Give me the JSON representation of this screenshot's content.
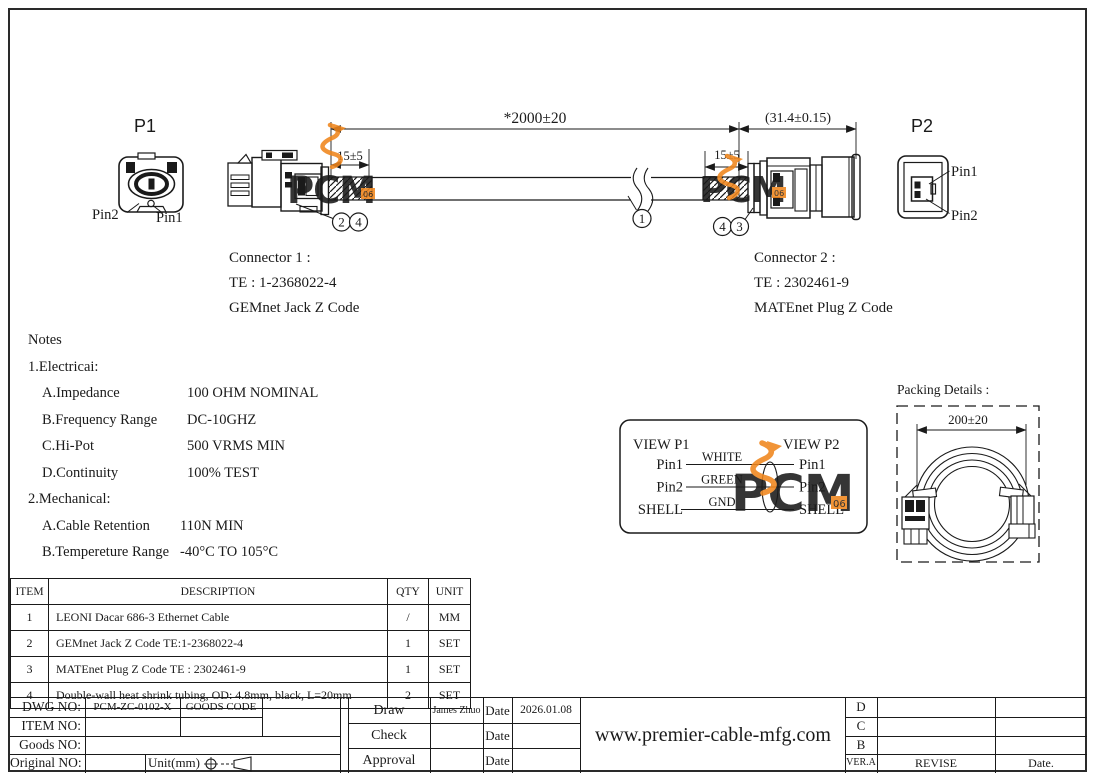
{
  "watermark": {
    "text": "PCM",
    "badge": "06",
    "color": "#F0861C"
  },
  "drawing": {
    "p1_label": "P1",
    "p2_label": "P2",
    "p1_pin1": "Pin1",
    "p1_pin2": "Pin2",
    "p2_pin1": "Pin1",
    "p2_pin2": "Pin2",
    "dims": {
      "cable_length": "*2000±20",
      "connector2_length": "(31.4±0.15)",
      "shrink_left": "15±5",
      "shrink_right": "15±5"
    },
    "callouts": {
      "cable": "1",
      "left_first": "2",
      "left_second": "4",
      "right_first": "4",
      "right_second": "3"
    },
    "connector1": {
      "title": "Connector 1 :",
      "part": "TE : 1-2368022-4",
      "desc": "GEMnet Jack Z Code"
    },
    "connector2": {
      "title": "Connector 2 :",
      "part": "TE : 2302461-9",
      "desc": "MATEnet Plug Z Code"
    }
  },
  "notes": {
    "title": "Notes",
    "electrical_title": "1.Electricai:",
    "electrical": [
      {
        "label": "A.Impedance",
        "value": "100 OHM NOMINAL"
      },
      {
        "label": "B.Frequency Range",
        "value": "DC-10GHZ"
      },
      {
        "label": "C.Hi-Pot",
        "value": "500 VRMS MIN"
      },
      {
        "label": "D.Continuity",
        "value": "100% TEST"
      }
    ],
    "mechanical_title": "2.Mechanical:",
    "mechanical": [
      {
        "label": "A.Cable Retention",
        "value": "110N MIN"
      },
      {
        "label": "B.Tempereture Range",
        "value": "-40°C TO 105°C"
      }
    ]
  },
  "wiring": {
    "left_title": "VIEW P1",
    "right_title": "VIEW P2",
    "rows": [
      {
        "left": "Pin1",
        "wire": "WHITE",
        "right": "Pin1"
      },
      {
        "left": "Pin2",
        "wire": "GREEN",
        "right": "Pin2"
      },
      {
        "left": "SHELL",
        "wire": "GND",
        "right": "SHELL"
      }
    ]
  },
  "packing": {
    "title": "Packing Details :",
    "dim": "200±20"
  },
  "bom": {
    "headers": {
      "item": "ITEM",
      "description": "DESCRIPTION",
      "qty": "QTY",
      "unit": "UNIT"
    },
    "rows": [
      {
        "item": "1",
        "description": "LEONI Dacar 686-3 Ethernet Cable",
        "qty": "/",
        "unit": "MM"
      },
      {
        "item": "2",
        "description": "GEMnet Jack Z Code TE:1-2368022-4",
        "qty": "1",
        "unit": "SET"
      },
      {
        "item": "3",
        "description": "MATEnet Plug Z Code TE : 2302461-9",
        "qty": "1",
        "unit": "SET"
      },
      {
        "item": "4",
        "description": "Double-wall heat shrink tubing, OD: 4.8mm, black, L=20mm",
        "qty": "2",
        "unit": "SET"
      }
    ]
  },
  "titleblock": {
    "dwg_no_label": "DWG NO:",
    "dwg_no": "PCM-ZC-0102-X",
    "goods_code_label": "GOODS CODE",
    "item_no_label": "ITEM NO:",
    "goods_no_label": "Goods NO:",
    "original_no_label": "Original NO:",
    "unit_label": "Unit(mm)",
    "draw_label": "Draw",
    "draw_name": "James Zhuo",
    "draw_date_label": "Date",
    "draw_date": "2026.01.08",
    "check_label": "Check",
    "check_date_label": "Date",
    "approval_label": "Approval",
    "approval_date_label": "Date",
    "website": "www.premier-cable-mfg.com",
    "revision": {
      "row1": "D",
      "row2": "C",
      "row3": "B",
      "ver_label": "VER.A",
      "revise_label": "REVISE",
      "date_label": "Date."
    }
  }
}
